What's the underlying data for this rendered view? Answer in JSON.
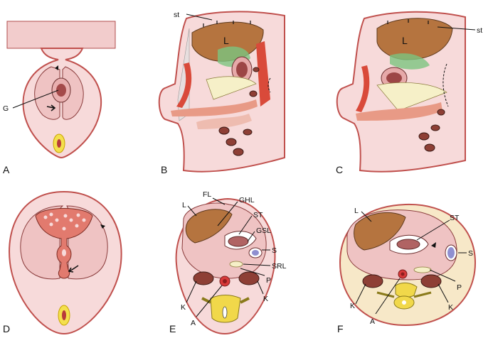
{
  "panels": {
    "a": {
      "letter": "A",
      "labels": {
        "g": "G"
      }
    },
    "b": {
      "letter": "B",
      "labels": {
        "st": "st",
        "l": "L"
      }
    },
    "c": {
      "letter": "C",
      "labels": {
        "st": "st",
        "l": "L"
      }
    },
    "d": {
      "letter": "D"
    },
    "e": {
      "letter": "E",
      "labels": {
        "fl": "FL",
        "l": "L",
        "ghl": "GHL",
        "st": "ST",
        "gsl": "GSL",
        "s": "S",
        "srl": "SRL",
        "p": "P",
        "k_left": "K",
        "k_right": "K",
        "a": "A"
      }
    },
    "f": {
      "letter": "F",
      "labels": {
        "l": "L",
        "st": "ST",
        "s": "S",
        "p": "P",
        "k_left": "K",
        "k_right": "K",
        "a": "A"
      }
    }
  },
  "colors": {
    "skin": "#f7dada",
    "outline": "#c0504d",
    "liver": "#b5743f",
    "stomach": "#b06363",
    "kidney": "#8e3f35",
    "spleen": "#8f8fd0",
    "mesentery_green": "#6fbf73",
    "vertebra_yellow": "#f1d84a"
  }
}
